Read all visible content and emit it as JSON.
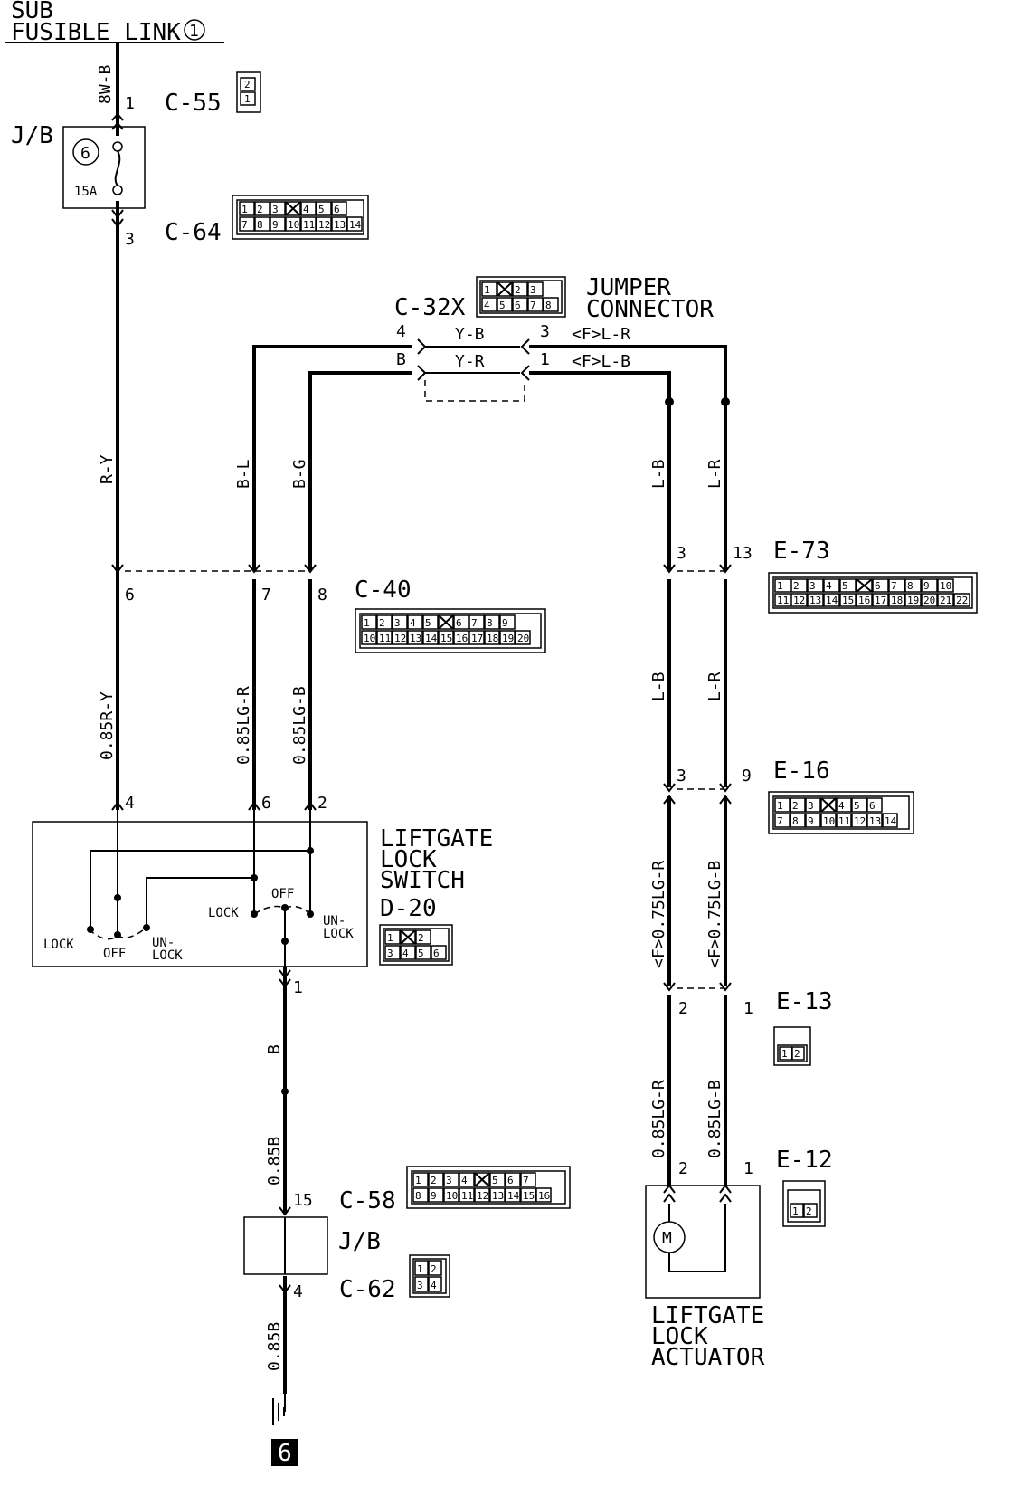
{
  "header": {
    "sub_label": "SUB",
    "fusible_link_label": "FUSIBLE LINK",
    "fusible_link_number": "1"
  },
  "jb_top": {
    "label": "J/B",
    "fuse_number": "6",
    "fuse_rating": "15A"
  },
  "pins": {
    "c55_pin": "1",
    "c64_pin": "3",
    "c40_pin_a": "6",
    "c40_pin_b": "7",
    "c40_pin_c": "8",
    "c32x_pin_4": "4",
    "c32x_pin_B": "B",
    "c32x_pin_3": "3",
    "c32x_pin_1": "1",
    "e73_pin_a": "3",
    "e73_pin_b": "13",
    "d20_pin_4": "4",
    "d20_pin_6": "6",
    "d20_pin_2": "2",
    "d20_pin_1": "1",
    "e16_pin_a": "3",
    "e16_pin_b": "9",
    "e13_pin_a": "2",
    "e13_pin_b": "1",
    "e12_pin_a": "2",
    "e12_pin_b": "1",
    "c58_pin": "15",
    "c62_pin": "4"
  },
  "connectors": {
    "c55": "C-55",
    "c64": "C-64",
    "c32x": "C-32X",
    "c40": "C-40",
    "e73": "E-73",
    "e16": "E-16",
    "d20": "D-20",
    "e13": "E-13",
    "e12": "E-12",
    "c58": "C-58",
    "c62": "C-62"
  },
  "connector_cells": {
    "c55": [
      "2",
      "1"
    ],
    "c64": [
      [
        "1",
        "2",
        "3",
        "",
        "4",
        "5",
        "6"
      ],
      [
        "7",
        "8",
        "9",
        "10",
        "11",
        "12",
        "13",
        "14"
      ]
    ],
    "c32x": [
      [
        "1",
        "",
        "2",
        "3"
      ],
      [
        "4",
        "5",
        "6",
        "7",
        "8"
      ]
    ],
    "c40": [
      [
        "1",
        "2",
        "3",
        "4",
        "5",
        "",
        "6",
        "7",
        "8",
        "9"
      ],
      [
        "10",
        "11",
        "12",
        "13",
        "14",
        "15",
        "16",
        "17",
        "18",
        "19",
        "20"
      ]
    ],
    "e73": [
      [
        "1",
        "2",
        "3",
        "4",
        "5",
        "",
        "6",
        "7",
        "8",
        "9",
        "10"
      ],
      [
        "11",
        "12",
        "13",
        "14",
        "15",
        "16",
        "17",
        "18",
        "19",
        "20",
        "21",
        "22"
      ]
    ],
    "e16": [
      [
        "1",
        "2",
        "3",
        "",
        "4",
        "5",
        "6"
      ],
      [
        "7",
        "8",
        "9",
        "10",
        "11",
        "12",
        "13",
        "14"
      ]
    ],
    "d20": [
      [
        "1",
        "",
        "2"
      ],
      [
        "3",
        "4",
        "5",
        "6"
      ]
    ],
    "e13": [
      [
        "1",
        "2"
      ]
    ],
    "e12": [
      [
        "1",
        "2"
      ]
    ],
    "c58": [
      [
        "1",
        "2",
        "3",
        "4",
        "",
        "5",
        "6",
        "7"
      ],
      [
        "8",
        "9",
        "10",
        "11",
        "12",
        "13",
        "14",
        "15",
        "16"
      ]
    ],
    "c62": [
      [
        "1",
        "2"
      ],
      [
        "3",
        "4"
      ]
    ]
  },
  "jumper": {
    "line1": "JUMPER",
    "line2": "CONNECTOR"
  },
  "wires": {
    "bw_b": "8W-B",
    "r_y": "R-Y",
    "b_l": "B-L",
    "b_g": "B-G",
    "y_b": "Y-B",
    "y_r": "Y-R",
    "f_l_r": "<F>L-R",
    "f_l_b": "<F>L-B",
    "l_b_1": "L-B",
    "l_r_1": "L-R",
    "l_b_2": "L-B",
    "l_r_2": "L-R",
    "r_y_085": "0.85R-Y",
    "lg_r_085": "0.85LG-R",
    "lg_b_085": "0.85LG-B",
    "f_lg_r_075": "<F>0.75LG-R",
    "f_lg_b_075": "<F>0.75LG-B",
    "lg_r_085_b": "0.85LG-R",
    "lg_b_085_b": "0.85LG-B",
    "b": "B",
    "b_085": "0.85B",
    "b_085_2": "0.85B"
  },
  "switch": {
    "title_line1": "LIFTGATE",
    "title_line2": "LOCK",
    "title_line3": "SWITCH",
    "lock_left": "LOCK",
    "off_left": "OFF",
    "unlock_left_1": "UN-",
    "unlock_left_2": "LOCK",
    "lock_right": "LOCK",
    "off_right": "OFF",
    "unlock_right_1": "UN-",
    "unlock_right_2": "LOCK"
  },
  "jb_bottom": {
    "label": "J/B"
  },
  "actuator": {
    "title_line1": "LIFTGATE",
    "title_line2": "LOCK",
    "title_line3": "ACTUATOR",
    "motor_symbol": "M"
  },
  "ground": {
    "number": "6"
  }
}
